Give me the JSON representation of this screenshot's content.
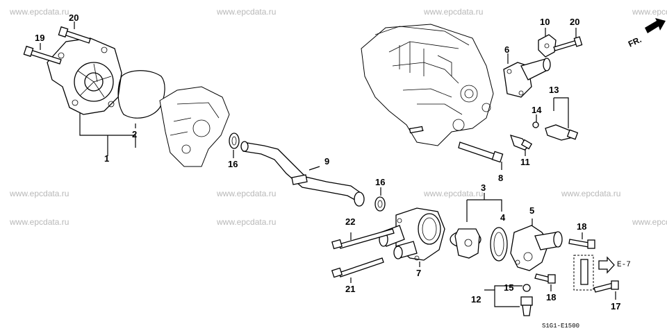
{
  "watermark": "www.epcdata.ru",
  "diagram_code": "S1G1-E1500",
  "direction_label": "FR.",
  "cross_reference": "E-7",
  "callouts": {
    "c1": "1",
    "c2": "2",
    "c3": "3",
    "c4": "4",
    "c5": "5",
    "c6": "6",
    "c7": "7",
    "c8": "8",
    "c9": "9",
    "c10": "10",
    "c11": "11",
    "c12": "12",
    "c13": "13",
    "c14": "14",
    "c15": "15",
    "c16a": "16",
    "c16b": "16",
    "c17": "17",
    "c18a": "18",
    "c18b": "18",
    "c19": "19",
    "c20a": "20",
    "c20b": "20",
    "c21": "21",
    "c22": "22"
  }
}
